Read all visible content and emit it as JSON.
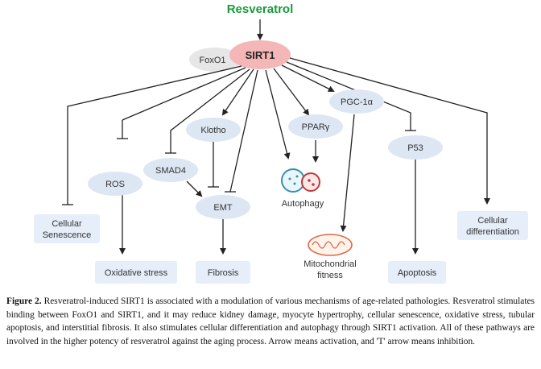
{
  "title": "Resveratrol",
  "center": "SIRT1",
  "partner": "FoxO1",
  "nodes": {
    "ros": "ROS",
    "smad4": "SMAD4",
    "klotho": "Klotho",
    "emt": "EMT",
    "ppar": "PPARγ",
    "pgc": "PGC-1α",
    "p53": "P53",
    "autophagy": "Autophagy",
    "cellular_senescence_1": "Cellular",
    "cellular_senescence_2": "Senescence",
    "oxidative_stress": "Oxidative stress",
    "fibrosis": "Fibrosis",
    "mito_1": "Mitochondrial",
    "mito_2": "fitness",
    "apoptosis": "Apoptosis",
    "cell_diff_1": "Cellular",
    "cell_diff_2": "differentiation"
  },
  "caption": {
    "label": "Figure 2.",
    "text": "Resveratrol-induced SIRT1 is associated with a modulation of various mechanisms of age-related pathologies. Resveratrol stimulates binding between FoxO1 and SIRT1, and it may reduce kidney damage, myocyte hypertrophy, cellular senescence, oxidative stress, tubular apoptosis, and interstitial fibrosis. It also stimulates cellular differentiation and autophagy through SIRT1 activation. All of these pathways are involved in the higher potency of resveratrol against the aging process. Arrow means activation, and 'T' arrow means inhibition."
  },
  "colors": {
    "title_green": "#1a9a3a",
    "sirt_fill": "#f4b6b6",
    "foxo_fill": "#e6e6e6",
    "mediator_fill": "#dde6f3",
    "outcome_fill": "#e6eefa"
  }
}
